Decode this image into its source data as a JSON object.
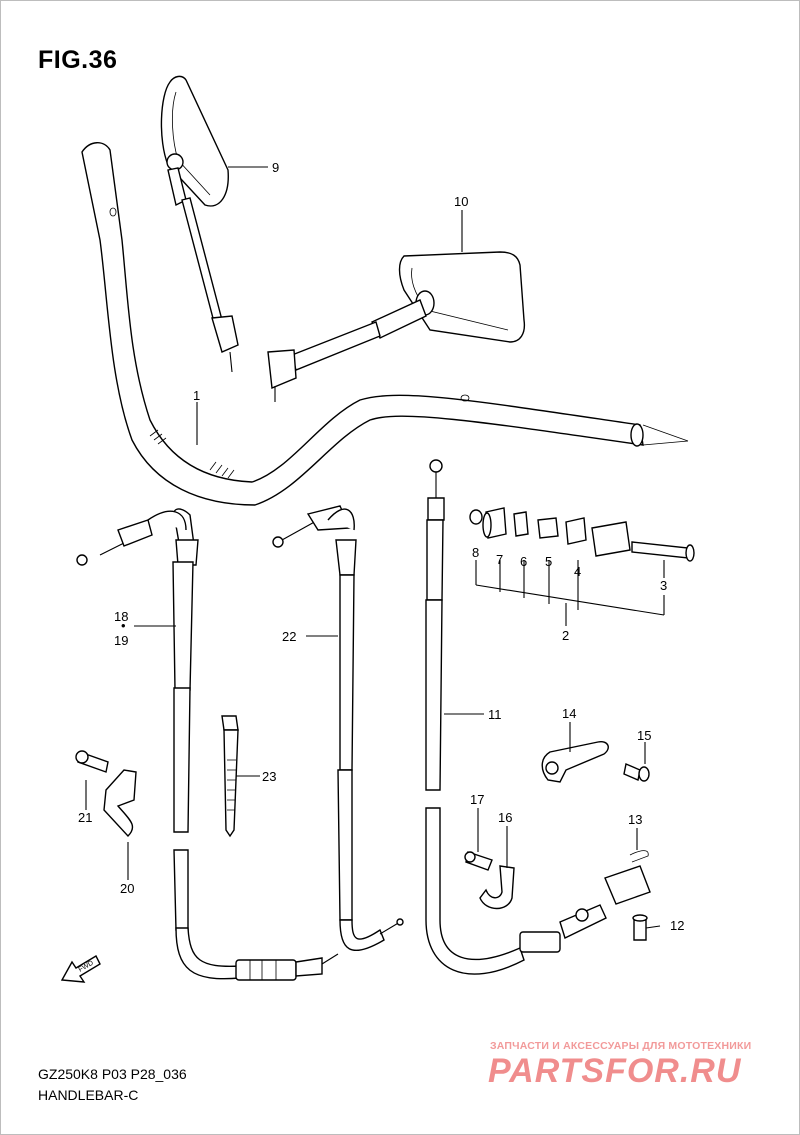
{
  "figure": {
    "title": "FIG.36",
    "model_code": "GZ250K8 P03 P28_036",
    "section_name": "HANDLEBAR-C"
  },
  "callouts": [
    {
      "id": "1",
      "text": "1"
    },
    {
      "id": "2",
      "text": "2"
    },
    {
      "id": "3",
      "text": "3"
    },
    {
      "id": "4",
      "text": "4"
    },
    {
      "id": "5",
      "text": "5"
    },
    {
      "id": "6",
      "text": "6"
    },
    {
      "id": "7",
      "text": "7"
    },
    {
      "id": "8",
      "text": "8"
    },
    {
      "id": "9",
      "text": "9"
    },
    {
      "id": "10",
      "text": "10"
    },
    {
      "id": "11",
      "text": "11"
    },
    {
      "id": "12",
      "text": "12"
    },
    {
      "id": "13",
      "text": "13"
    },
    {
      "id": "14",
      "text": "14"
    },
    {
      "id": "15",
      "text": "15"
    },
    {
      "id": "16",
      "text": "16"
    },
    {
      "id": "17",
      "text": "17"
    },
    {
      "id": "18",
      "text": "18"
    },
    {
      "id": "19",
      "text": "19"
    },
    {
      "id": "20",
      "text": "20"
    },
    {
      "id": "21",
      "text": "21"
    },
    {
      "id": "22",
      "text": "22"
    },
    {
      "id": "23",
      "text": "23"
    }
  ],
  "fwd_label": "FWD",
  "watermark": {
    "tagline": "ЗАПЧАСТИ И АКСЕССУАРЫ ДЛЯ МОТОТЕХНИКИ",
    "logo": "PARTSFOR.RU"
  },
  "colors": {
    "line": "#000000",
    "background": "#ffffff",
    "watermark": "#ee7a7a"
  }
}
